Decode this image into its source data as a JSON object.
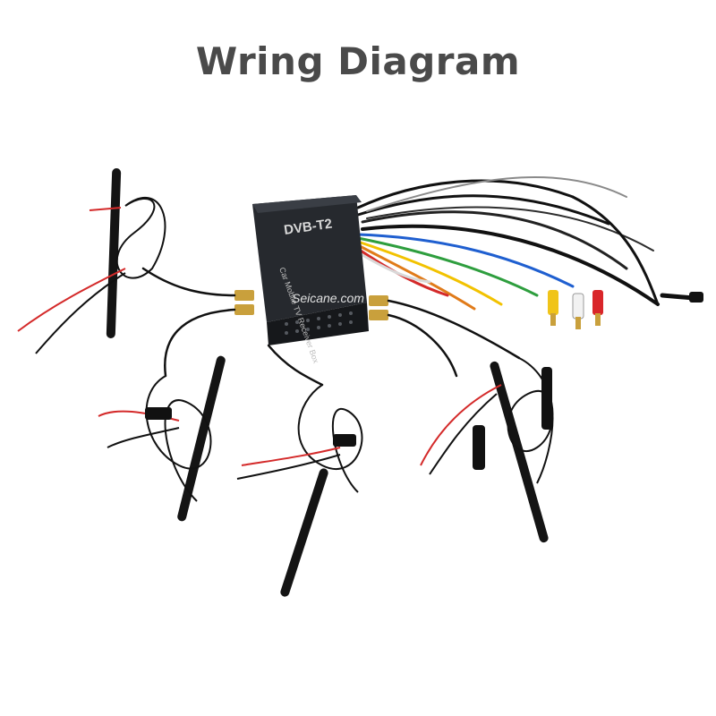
{
  "title": "Wring Diagram",
  "product": {
    "logo_text": "DVB-T2",
    "box_label": "Car Mobile TV Receiver Box",
    "watermark": "Seicane.com"
  },
  "colors": {
    "title": "#4a4a4a",
    "box_body": "#1b1d21",
    "cable": "#111111",
    "red_wire": "#d42a2a",
    "gold_connector": "#c9a03c",
    "rca_yellow": "#f0c419",
    "rca_white": "#f2f2f2",
    "rca_red": "#d9262a"
  }
}
